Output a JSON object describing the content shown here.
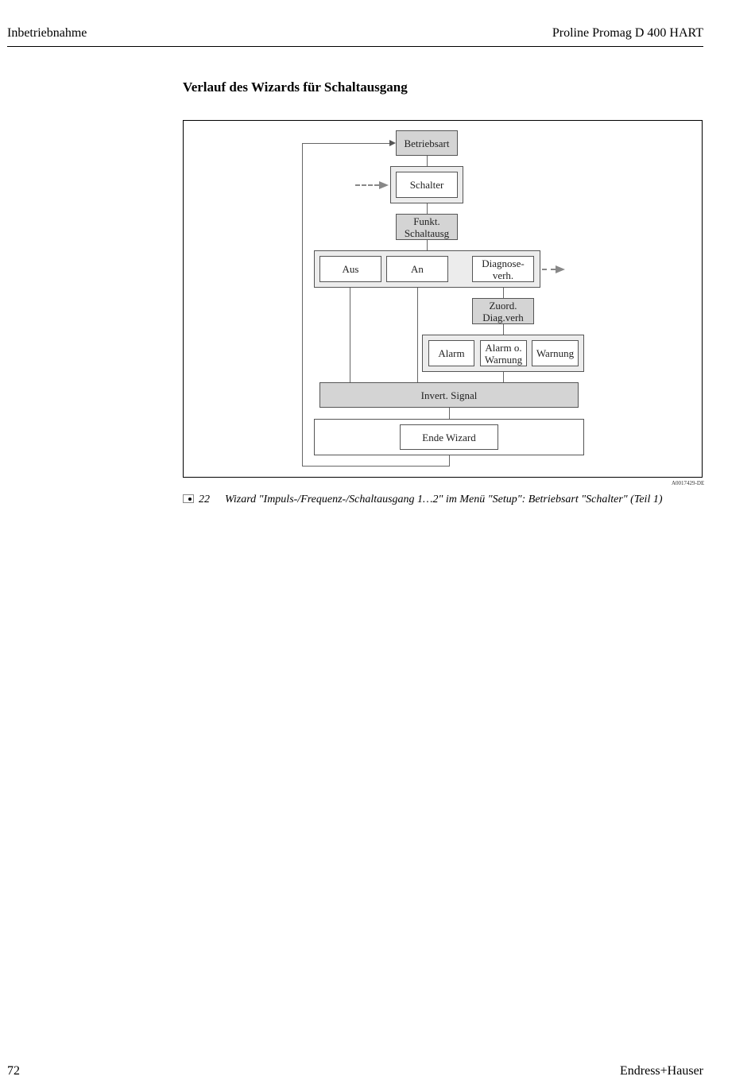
{
  "header": {
    "left": "Inbetriebnahme",
    "right": "Proline Promag D 400 HART"
  },
  "section_title": "Verlauf des Wizards für Schaltausgang",
  "diagram": {
    "nodes": {
      "betriebsart": "Betriebsart",
      "schalter": "Schalter",
      "funkt_schaltausg": "Funkt.\nSchaltausg",
      "aus": "Aus",
      "an": "An",
      "diagnoseverh": "Diagnose-\nverh.",
      "zuord_diag": "Zuord.\nDiag.verh",
      "alarm": "Alarm",
      "alarm_o_warnung": "Alarm o.\nWarnung",
      "warnung": "Warnung",
      "invert_signal": "Invert. Signal",
      "ende_wizard": "Ende Wizard"
    },
    "figure_code": "A0017429-DE"
  },
  "caption": {
    "number": "22",
    "text": "Wizard \"Impuls-/Frequenz-/Schaltausgang 1…2\" im Menü \"Setup\": Betriebsart \"Schalter\" (Teil 1)"
  },
  "footer": {
    "page_number": "72",
    "brand": "Endress+Hauser"
  }
}
